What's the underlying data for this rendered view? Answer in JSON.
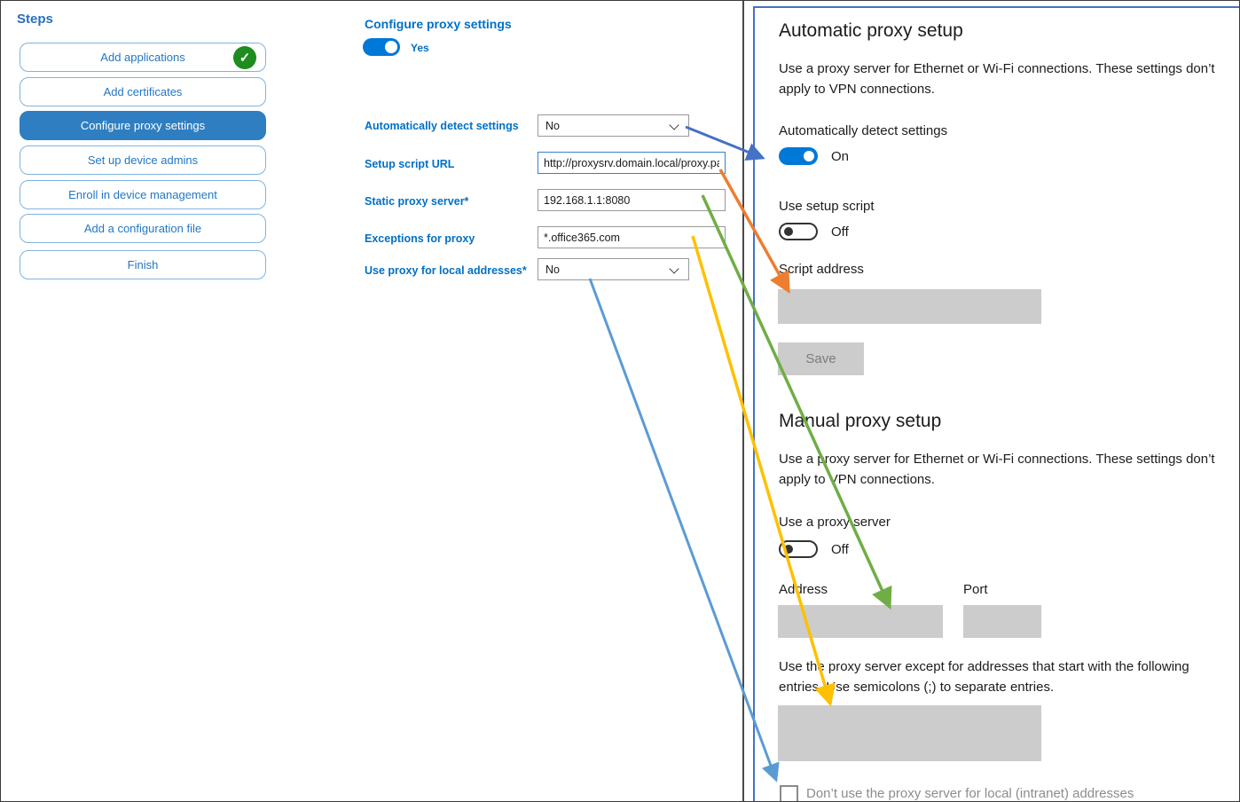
{
  "colors": {
    "accent": "#0078d7",
    "sidebar_blue": "#2b6fba",
    "step_text": "#2277c4",
    "button_border": "#7fb3e0",
    "selected_bg": "#2f7ec2",
    "label_blue": "#0070c6",
    "success_green": "#1e8c1e",
    "panel_border": "#4472c4",
    "field_gray": "#cccccc",
    "arrow_blue": "#4472c4",
    "arrow_orange": "#ed7d31",
    "arrow_green": "#70ad47",
    "arrow_yellow": "#ffc000",
    "arrow_lightblue": "#5b9bd5"
  },
  "icons": {
    "check_icon": "✓"
  },
  "sidebar": {
    "title": "Steps",
    "items": [
      {
        "label": "Add applications",
        "completed": true,
        "selected": false
      },
      {
        "label": "Add certificates",
        "completed": false,
        "selected": false
      },
      {
        "label": "Configure proxy settings",
        "completed": false,
        "selected": true
      },
      {
        "label": "Set up device admins",
        "completed": false,
        "selected": false
      },
      {
        "label": "Enroll in device management",
        "completed": false,
        "selected": false
      },
      {
        "label": "Add a configuration file",
        "completed": false,
        "selected": false
      },
      {
        "label": "Finish",
        "completed": false,
        "selected": false
      }
    ]
  },
  "wizard": {
    "title": "Configure proxy settings",
    "toggle_state_label": "Yes",
    "toggle_on": true,
    "fields": [
      {
        "label": "Automatically detect settings",
        "type": "dropdown",
        "value": "No"
      },
      {
        "label": "Setup script URL",
        "type": "text",
        "value": "http://proxysrv.domain.local/proxy.pa"
      },
      {
        "label": "Static proxy server*",
        "type": "text",
        "value": "192.168.1.1:8080"
      },
      {
        "label": "Exceptions for proxy",
        "type": "text",
        "value": "*.office365.com"
      },
      {
        "label": "Use proxy for local addresses*",
        "type": "dropdown",
        "value": "No"
      }
    ]
  },
  "settings_panel": {
    "automatic": {
      "heading": "Automatic proxy setup",
      "description": "Use a proxy server for Ethernet or Wi-Fi connections. These settings don’t apply to VPN connections.",
      "detect_label": "Automatically detect settings",
      "detect_state": "On",
      "script_toggle_label": "Use setup script",
      "script_toggle_state": "Off",
      "script_address_label": "Script address",
      "script_address_value": "",
      "save_label": "Save"
    },
    "manual": {
      "heading": "Manual proxy setup",
      "description": "Use a proxy server for Ethernet or Wi-Fi connections. These settings don’t apply to VPN connections.",
      "proxy_toggle_label": "Use a proxy server",
      "proxy_toggle_state": "Off",
      "address_label": "Address",
      "address_value": "",
      "port_label": "Port",
      "port_value": "",
      "exceptions_text": "Use the proxy server except for addresses that start with the following entries. Use semicolons (;) to separate entries.",
      "exceptions_value": "",
      "local_checkbox_label": "Don’t use the proxy server for local (intranet) addresses",
      "local_checkbox_checked": false
    }
  }
}
